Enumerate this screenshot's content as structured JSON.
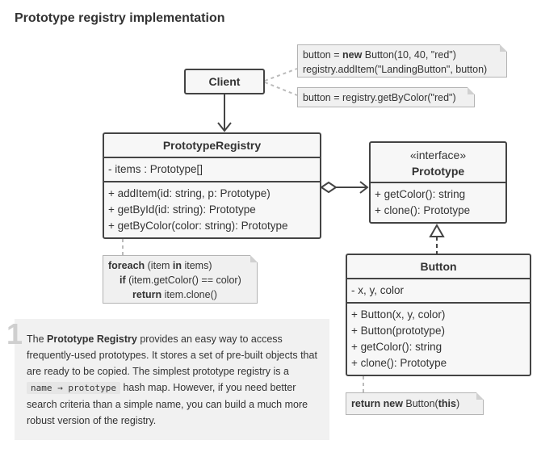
{
  "title": "Prototype registry implementation",
  "client": {
    "label": "Client"
  },
  "notes": {
    "client_code_1": {
      "l1_pre": "button = ",
      "l1_kw": "new",
      "l1_post": " Button(10, 40, \"red\")",
      "l2": "registry.addItem(\"LandingButton\", button)"
    },
    "client_code_2": {
      "text": "button = registry.getByColor(\"red\")"
    },
    "registry_code": {
      "l1_kw": "foreach",
      "l1_a": " (item ",
      "l1_kw2": "in",
      "l1_b": " items)",
      "l2_kw": "if",
      "l2_post": " (item.getColor() == color)",
      "l3_kw": "return",
      "l3_post": " item.clone()"
    },
    "button_code": {
      "kw1": "return",
      "kw2": "new",
      "post1": " Button(",
      "kw3": "this",
      "post2": ")"
    }
  },
  "registry": {
    "name": "PrototypeRegistry",
    "fields": [
      "- items : Prototype[]"
    ],
    "methods": [
      "+ addItem(id: string, p: Prototype)",
      "+ getById(id: string): Prototype",
      "+ getByColor(color: string): Prototype"
    ]
  },
  "prototype": {
    "stereotype": "«interface»",
    "name": "Prototype",
    "methods": [
      "+ getColor(): string",
      "+ clone(): Prototype"
    ]
  },
  "button": {
    "name": "Button",
    "fields": [
      "- x, y, color"
    ],
    "methods": [
      "+ Button(x, y, color)",
      "+ Button(prototype)",
      "+ getColor(): string",
      "+ clone(): Prototype"
    ]
  },
  "step": {
    "number": "1",
    "t1": "The ",
    "t_bold": "Prototype Registry",
    "t2": " provides an easy way to access frequently-used prototypes. It stores a set of pre-built objects that are ready to be copied. The simplest prototype registry is a ",
    "code": "name → prototype",
    "t3": " hash map. However, if you need better search criteria than a simple name, you can build a much more robust version of the registry."
  },
  "colors": {
    "border": "#444444",
    "box_fill": "#f7f7f7",
    "note_fill": "#f0f0f0",
    "step_fill": "#f1f1f1"
  }
}
